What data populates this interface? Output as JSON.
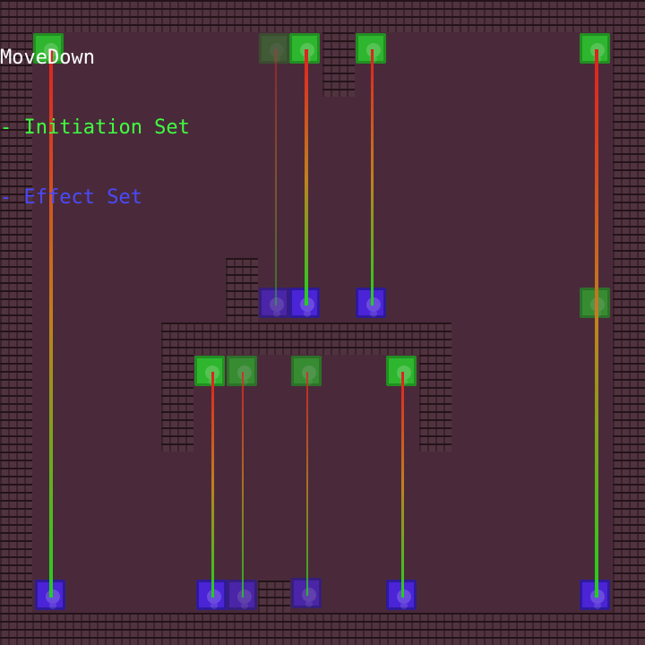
{
  "legend": {
    "title": "MoveDown",
    "initiation": "- Initiation Set",
    "effect": "- Effect Set"
  },
  "colors": {
    "floor": "#4a2a3a",
    "wall": "#3d2430",
    "initiation": "#2fb62f",
    "effect": "#4a24d6",
    "arrow_start": "#e02020",
    "arrow_end": "#20d020"
  }
}
